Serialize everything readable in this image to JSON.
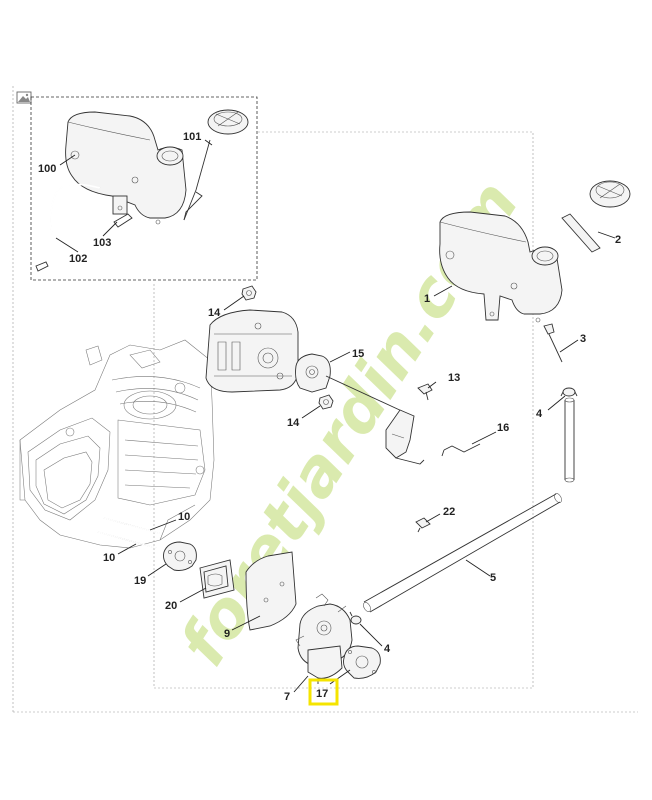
{
  "watermark": {
    "text": "foretjardin.com",
    "color_light": "#d4e7a0",
    "color_dark": "#e3d2bd"
  },
  "callouts": {
    "p1": "1",
    "p2": "2",
    "p3": "3",
    "p4a": "4",
    "p4b": "4",
    "p5": "5",
    "p7": "7",
    "p9": "9",
    "p10a": "10",
    "p10b": "10",
    "p13": "13",
    "p14a": "14",
    "p14b": "14",
    "p15": "15",
    "p16": "16",
    "p17": "17",
    "p19": "19",
    "p20": "20",
    "p22": "22",
    "p100": "100",
    "p101": "101",
    "p102": "102",
    "p103": "103"
  },
  "highlight": {
    "part": "17",
    "color": "#f5e400"
  },
  "icons": {
    "corner": "image-icon"
  }
}
